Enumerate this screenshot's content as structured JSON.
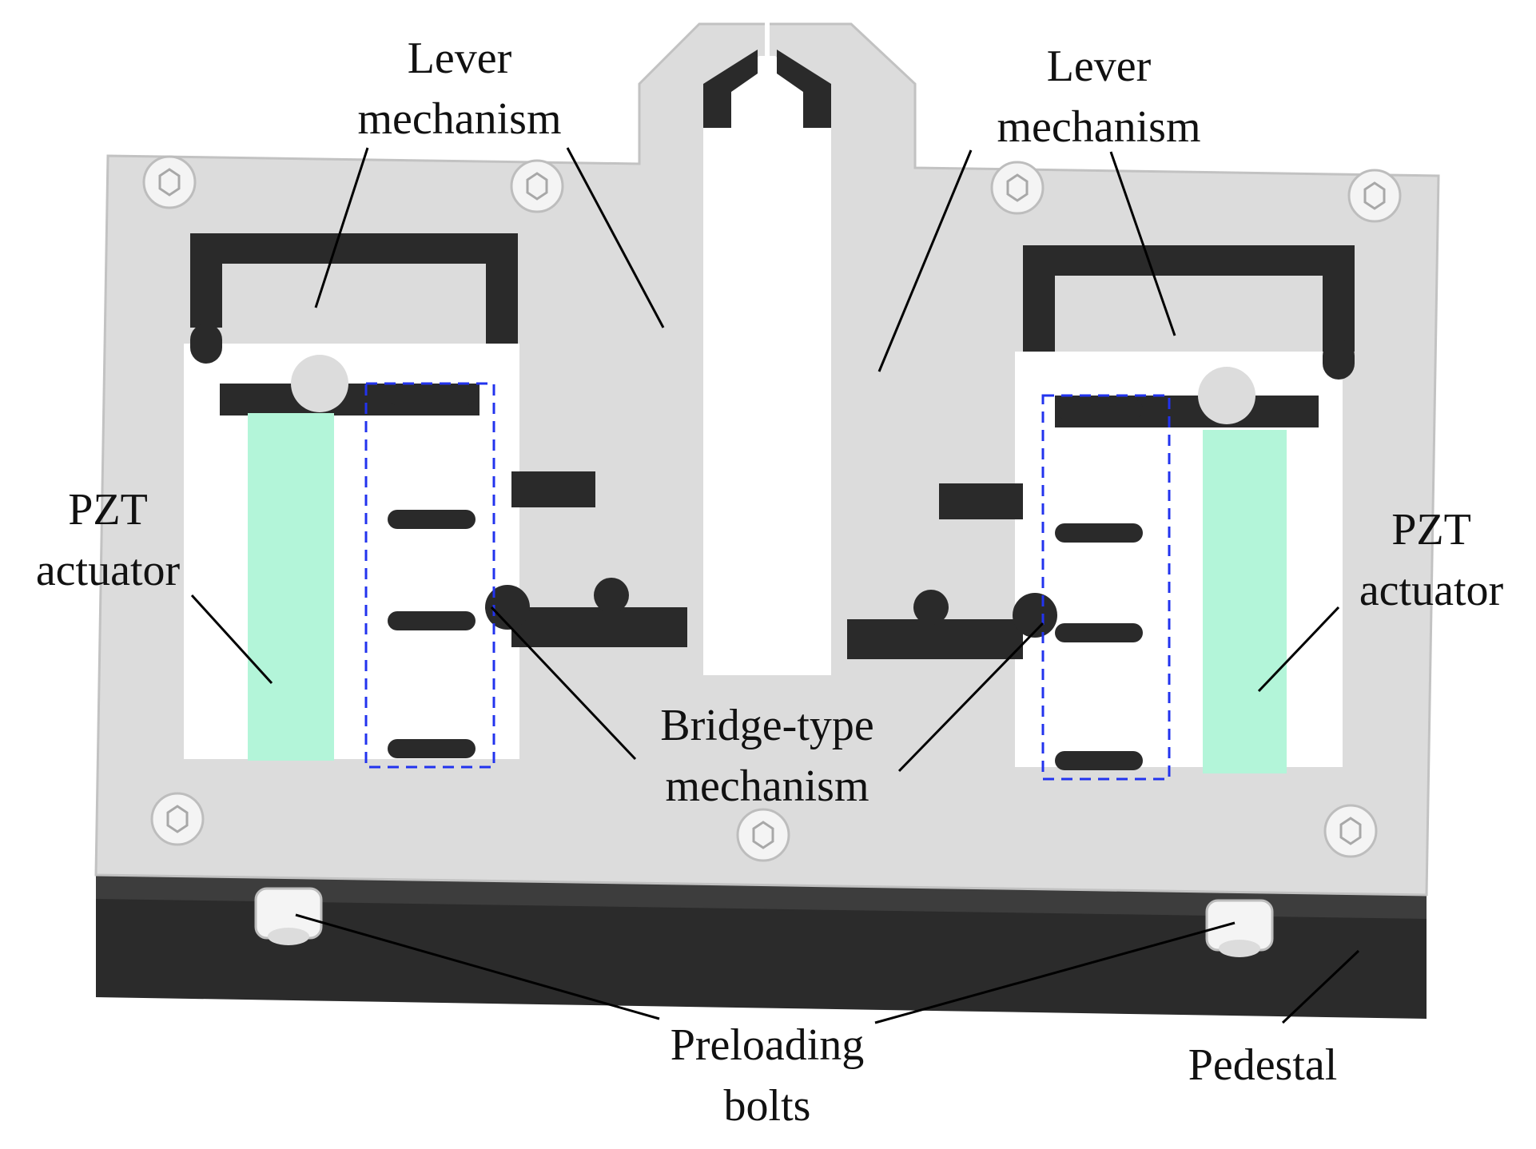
{
  "labels": {
    "lever_left": "Lever\nmechanism",
    "lever_right": "Lever\nmechanism",
    "pzt_left": "PZT\nactuator",
    "pzt_right": "PZT\nactuator",
    "bridge": "Bridge-type\nmechanism",
    "preload": "Preloading\nbolts",
    "pedestal": "Pedestal"
  },
  "colors": {
    "plate": "#dcdcdc",
    "plate_edge": "#bdbdbd",
    "slot": "#2a2a2a",
    "pedestal": "#2b2b2b",
    "pedestal_top": "#3a3a3a",
    "pzt": "#b3f5d9",
    "dash_box": "#2233ee",
    "bolt": "#f4f4f4",
    "leader": "#000000"
  }
}
